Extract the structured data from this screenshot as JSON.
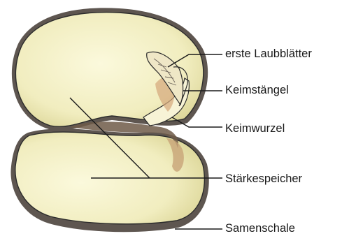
{
  "labels": {
    "leaves": "erste Laubblätter",
    "hypocotyl": "Keimstängel",
    "radicle": "Keimwurzel",
    "starch": "Stärkespeicher",
    "seed_coat": "Samenschale"
  },
  "colors": {
    "cotyledon_fill": "#f3f0c4",
    "cotyledon_shade": "#e6e1a6",
    "seed_coat": "#6b6258",
    "outline": "#2b2b2b",
    "embryo_brown": "#c79a6e"
  }
}
